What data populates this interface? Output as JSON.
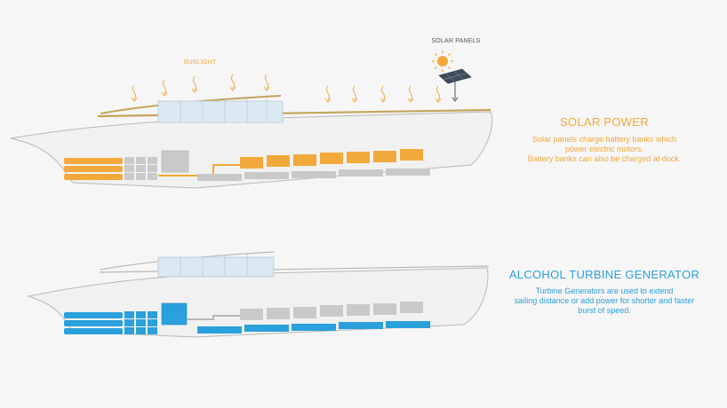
{
  "labels": {
    "sunlight": "SUNLIGHT",
    "solar_panels": "SOLAR PANELS"
  },
  "sections": {
    "solar": {
      "title": "SOLAR POWER",
      "lines": [
        "Solar panels charge battery banks which",
        "power electric motors.",
        "Battery banks can also be charged at dock."
      ]
    },
    "alcohol": {
      "title": "ALCOHOL TURBINE GENERATOR",
      "lines": [
        "Turbine Generators are used to extend",
        "sailing distance or add power for shorter and faster",
        "burst of speed."
      ]
    }
  },
  "colors": {
    "background": "#f6f6f6",
    "solar_accent": "#f2a93b",
    "alcohol_accent": "#2aa0dc",
    "inactive_block": "#c9c9c9",
    "hull_fill": "#f1f1f1",
    "hull_stroke": "#b8b8b8",
    "window_fill": "#dbe9f2"
  },
  "icons": {
    "sun": "sun-icon",
    "panel": "solar-panel-icon",
    "ray": "sun-ray-icon"
  }
}
